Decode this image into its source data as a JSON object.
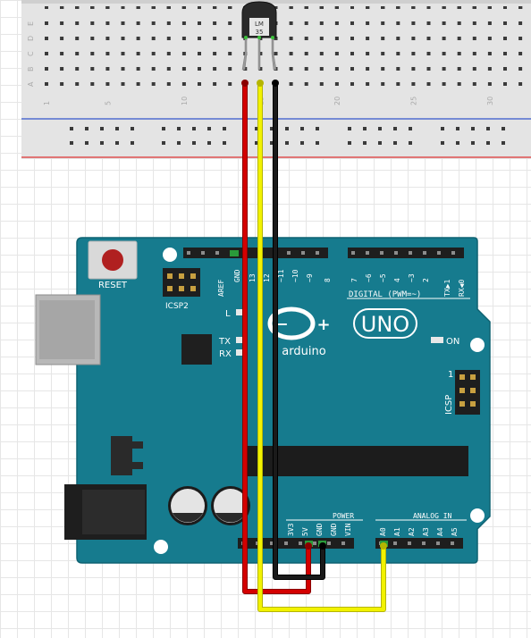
{
  "sensor": {
    "line1": "LM",
    "line2": "35"
  },
  "breadboard": {
    "row_labels": [
      "E",
      "D",
      "C",
      "B",
      "A"
    ],
    "column_numbers": [
      "1",
      "5",
      "10",
      "15",
      "20",
      "25",
      "30"
    ]
  },
  "board": {
    "reset_label": "RESET",
    "icsp2_label": "ICSP2",
    "icsp_label": "ICSP",
    "icsp_pin1": "1",
    "l_label": "L",
    "tx_label": "TX",
    "rx_label": "RX",
    "on_label": "ON",
    "digital_label": "DIGITAL (PWM=~)",
    "power_label": "POWER",
    "analog_label": "ANALOG IN",
    "model_label": "UNO",
    "brand_label": "arduino",
    "top_pins": [
      "AREF",
      "GND",
      "13",
      "12",
      "~11",
      "~10",
      "~9",
      "8",
      "7",
      "~6",
      "~5",
      "4",
      "~3",
      "2",
      "TX▶1",
      "RX◀0"
    ],
    "power_pins": [
      "3V3",
      "5V",
      "GND",
      "GND",
      "VIN"
    ],
    "analog_pins": [
      "A0",
      "A1",
      "A2",
      "A3",
      "A4",
      "A5"
    ]
  },
  "wires": [
    {
      "name": "wire-red-5v",
      "color": "#d40000"
    },
    {
      "name": "wire-yellow-a0",
      "color": "#f2f200"
    },
    {
      "name": "wire-black-gnd",
      "color": "#1a1a1a"
    }
  ],
  "colors": {
    "board_fill": "#167b8e",
    "board_stroke": "#0f6272",
    "breadboard_fill": "#e4e4e4",
    "rail_red": "#d33",
    "rail_blue": "#3355cc",
    "reset_button": "#b02020"
  }
}
